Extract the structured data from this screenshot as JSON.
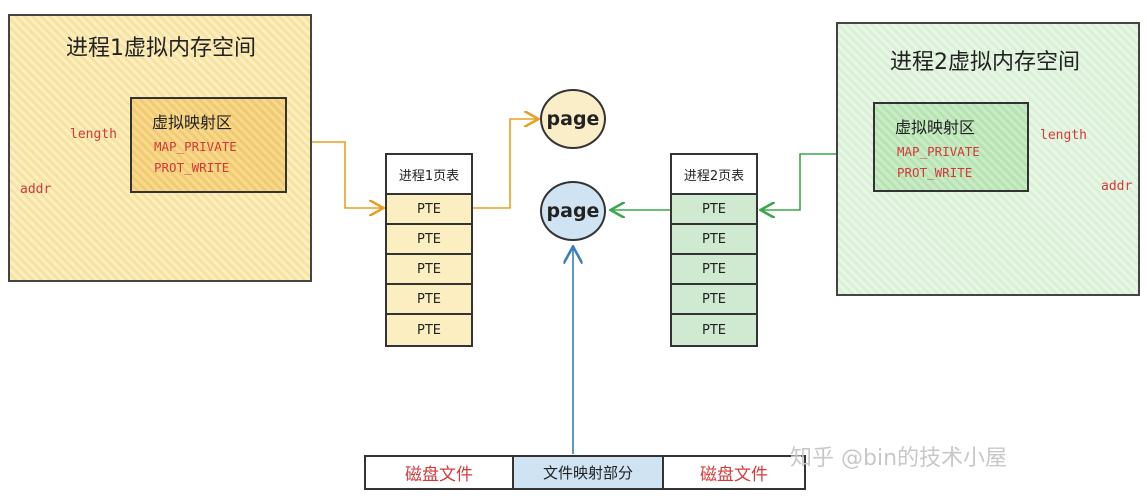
{
  "process1": {
    "title": "进程1虚拟内存空间",
    "vma_title": "虚拟映射区",
    "flags": [
      "MAP_PRIVATE",
      "PROT_WRITE"
    ],
    "length_label": "length",
    "addr_label": "addr"
  },
  "process2": {
    "title": "进程2虚拟内存空间",
    "vma_title": "虚拟映射区",
    "flags": [
      "MAP_PRIVATE",
      "PROT_WRITE"
    ],
    "length_label": "length",
    "addr_label": "addr"
  },
  "page_table1": {
    "title": "进程1页表",
    "entries": [
      "PTE",
      "PTE",
      "PTE",
      "PTE",
      "PTE"
    ]
  },
  "page_table2": {
    "title": "进程2页表",
    "entries": [
      "PTE",
      "PTE",
      "PTE",
      "PTE",
      "PTE"
    ]
  },
  "pages": [
    "page",
    "page"
  ],
  "disk": {
    "left": "磁盘文件",
    "middle": "文件映射部分",
    "right": "磁盘文件"
  },
  "watermark": "知乎 @bin的技术小屋",
  "colors": {
    "arrow_orange": "#e8a020",
    "arrow_green": "#3aa84a",
    "arrow_blue": "#3a7ec0",
    "arrow_red": "#d23a3a"
  }
}
